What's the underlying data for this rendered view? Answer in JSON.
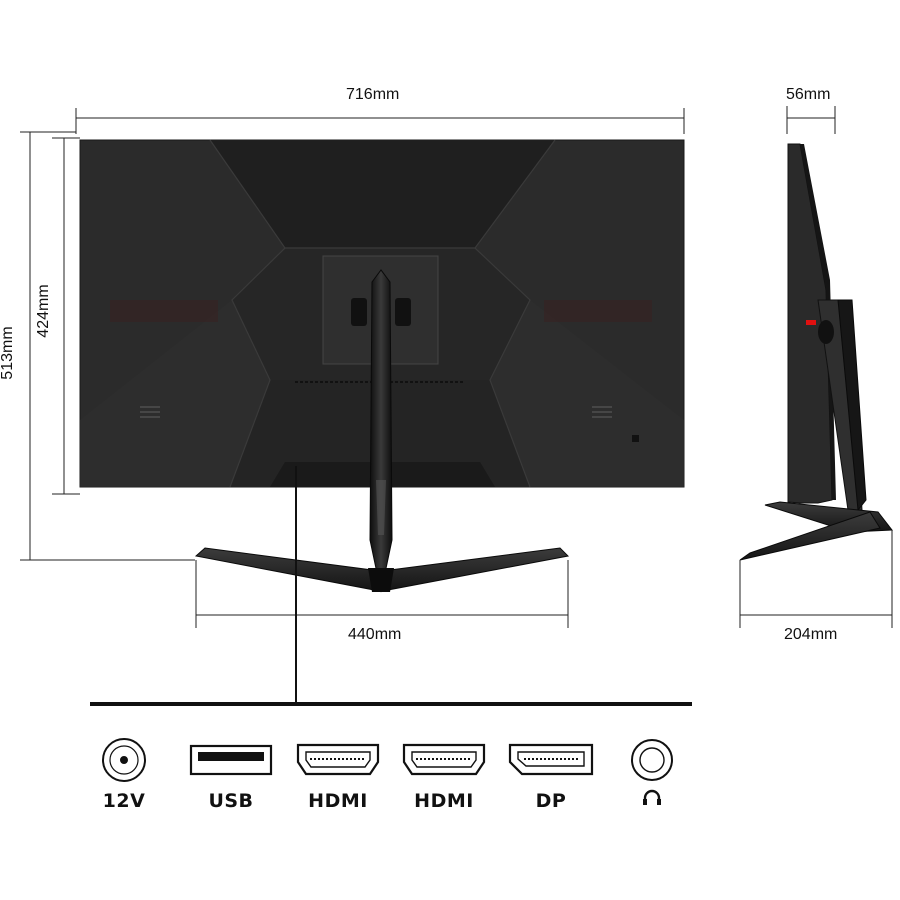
{
  "dimensions": {
    "width": "716mm",
    "depth": "56mm",
    "total_height": "513mm",
    "screen_height": "424mm",
    "base_width": "440mm",
    "base_depth": "204mm"
  },
  "ports": [
    {
      "label": "12V",
      "icon": "dc-power-icon"
    },
    {
      "label": "USB",
      "icon": "usb-port-icon"
    },
    {
      "label": "HDMI",
      "icon": "hdmi-port-icon"
    },
    {
      "label": "HDMI",
      "icon": "hdmi-port-icon"
    },
    {
      "label": "DP",
      "icon": "displayport-icon"
    },
    {
      "label": "",
      "icon": "headphone-jack-icon",
      "symbol": "headphones-glyph"
    }
  ],
  "colors": {
    "panel": "#2a2a2a",
    "panel_dark": "#1c1c1c",
    "accent_led": "#e01010",
    "line": "#111111"
  }
}
